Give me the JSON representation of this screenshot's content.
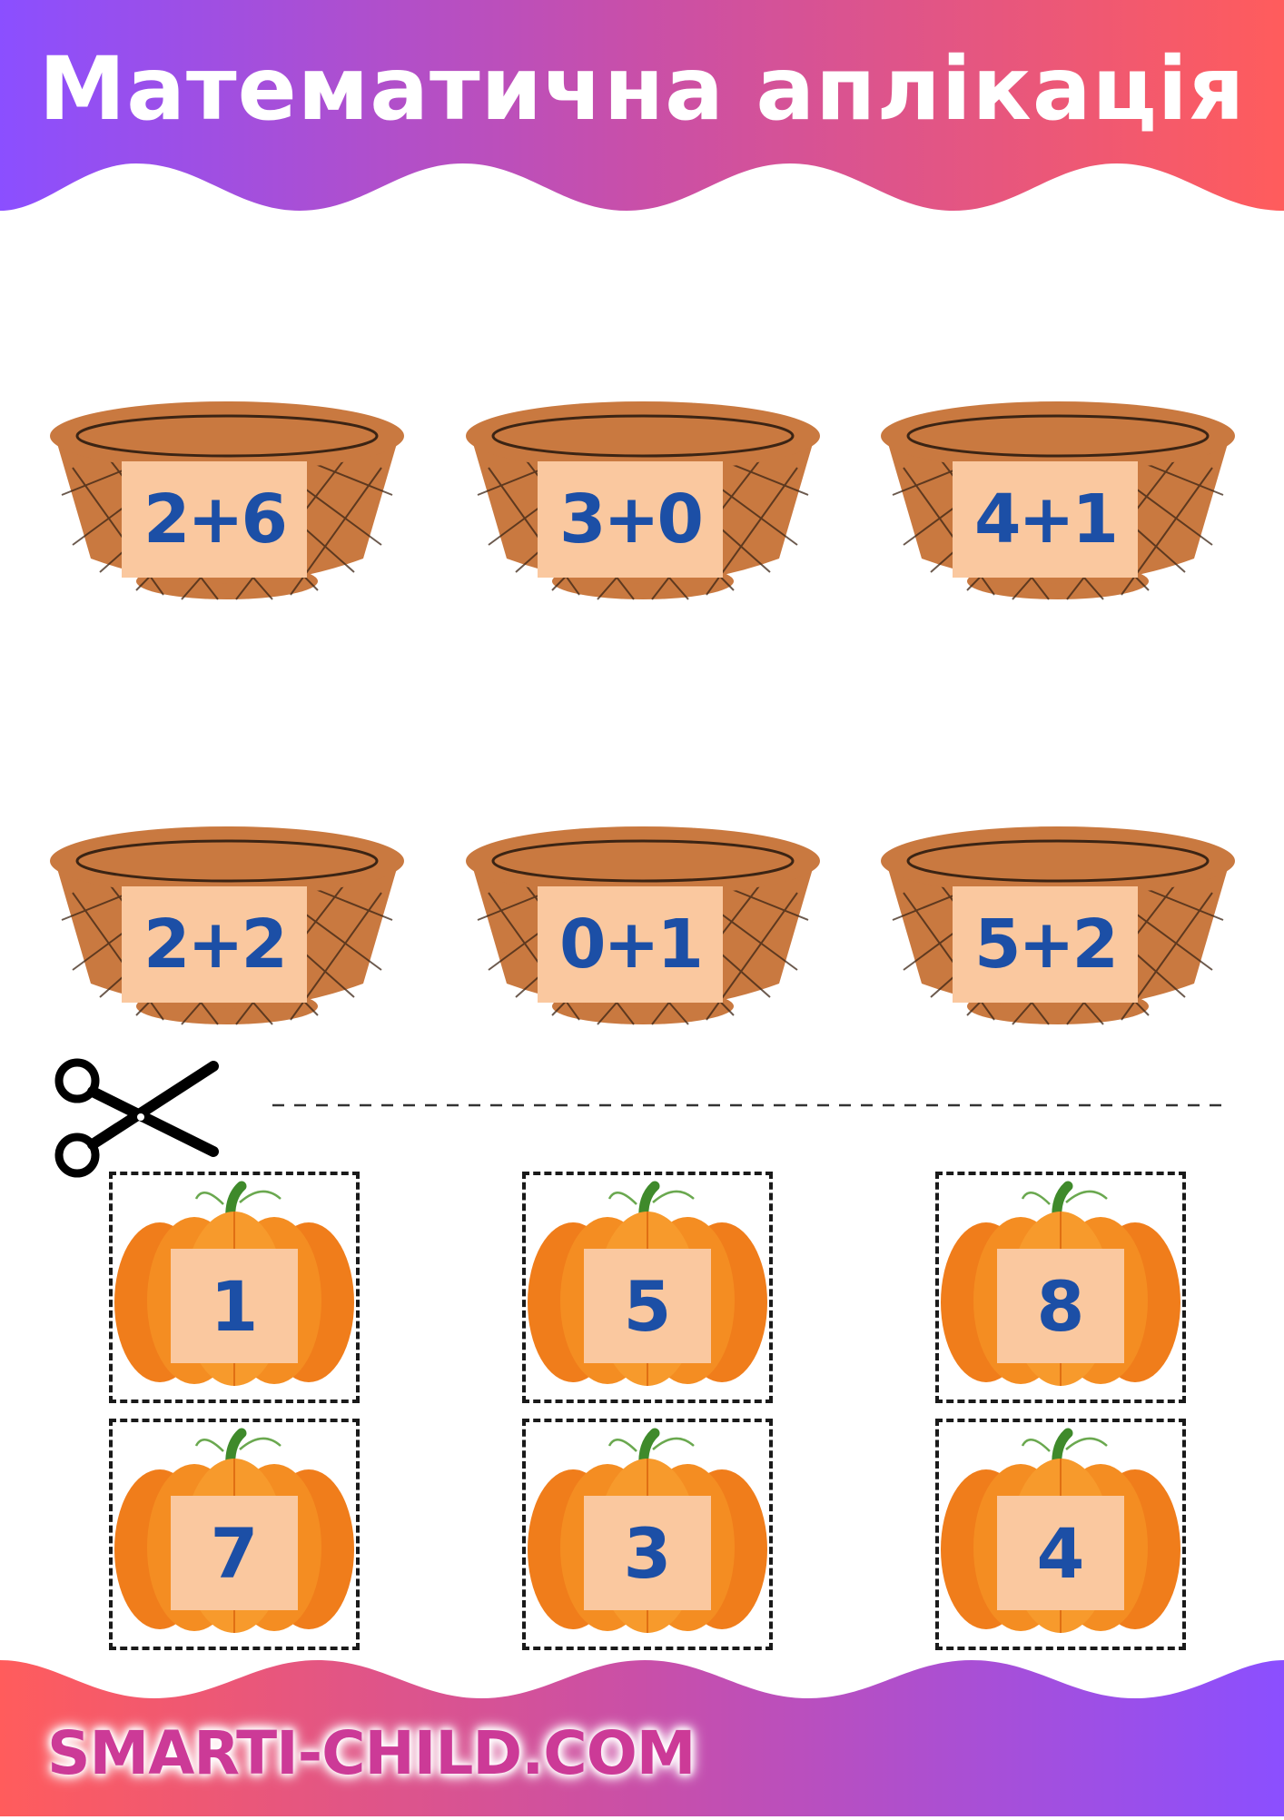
{
  "title": "Математична аплікація",
  "footer": {
    "site": "SMARTI-CHILD.COM"
  },
  "colors": {
    "banner_gradient_start": "#8b4fff",
    "banner_gradient_mid": "#c94fa8",
    "banner_gradient_end": "#ff5c5c",
    "equation_text": "#1c4fa6",
    "card_fill": "#fac89f",
    "basket": "#c97940",
    "pumpkin": "#f28a1e"
  },
  "baskets": [
    {
      "equation": "2+6"
    },
    {
      "equation": "3+0"
    },
    {
      "equation": "4+1"
    },
    {
      "equation": "2+2"
    },
    {
      "equation": "0+1"
    },
    {
      "equation": "5+2"
    }
  ],
  "cut_line": {
    "icon": "scissors-icon"
  },
  "pumpkins": [
    {
      "number": "1"
    },
    {
      "number": "5"
    },
    {
      "number": "8"
    },
    {
      "number": "7"
    },
    {
      "number": "3"
    },
    {
      "number": "4"
    }
  ]
}
